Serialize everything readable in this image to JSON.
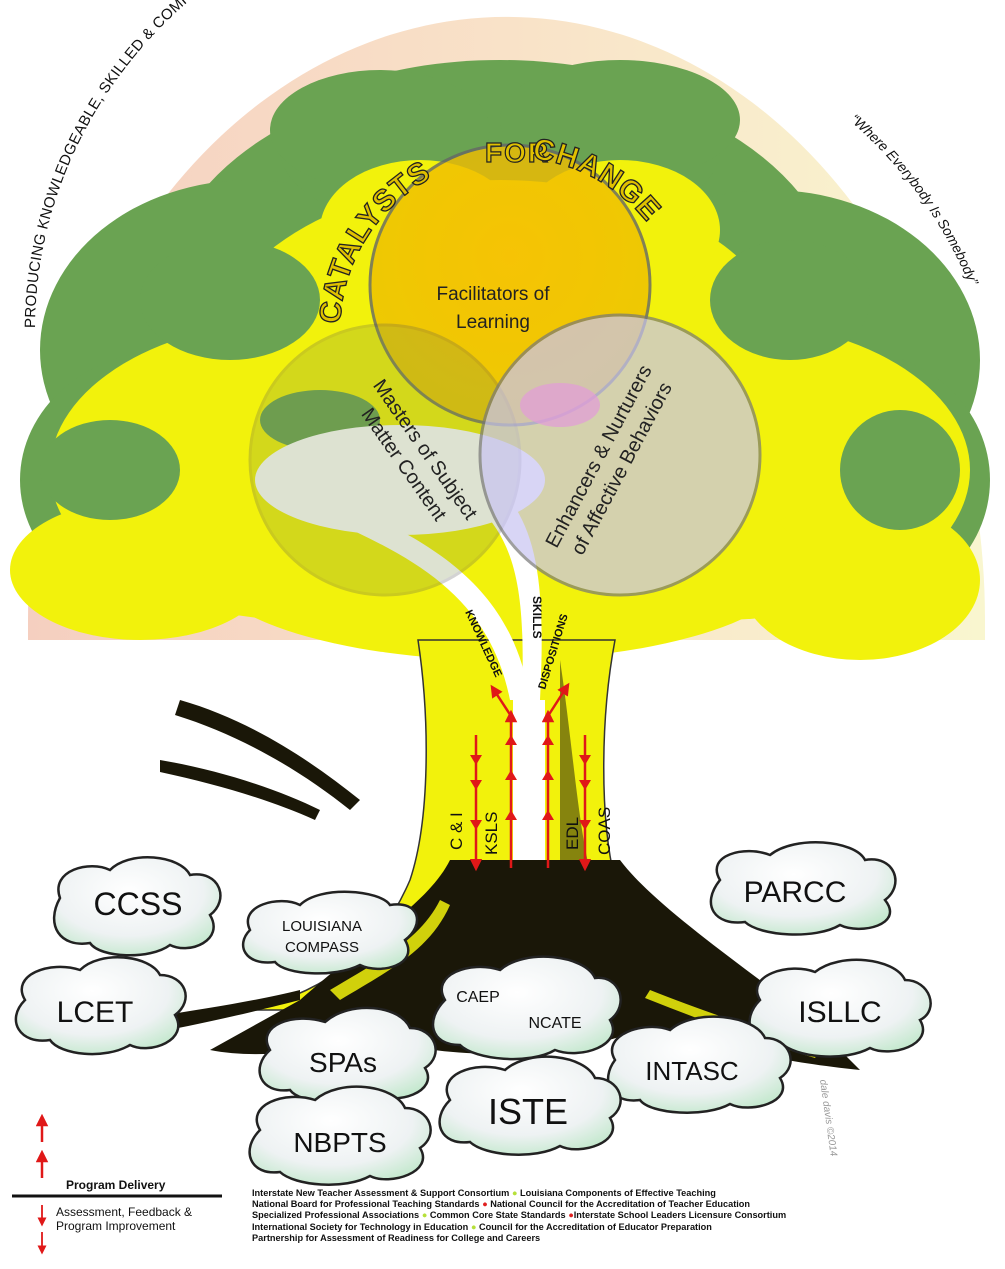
{
  "arc_text": "PRODUCING KNOWLEDGEABLE, SKILLED & COMPASSIONATE EDUCATORS  & OTHER SCHOOL PROFESSIONALS",
  "motto": "“Where Everybody Is Somebody”",
  "catalysts": {
    "w1": "CATALYSTS",
    "w2": "FOR",
    "w3": "CHANGE"
  },
  "circles": {
    "top": {
      "line1": "Facilitators of",
      "line2": "Learning"
    },
    "left": {
      "line1": "Masters of Subject",
      "line2": "Matter Content"
    },
    "right": {
      "line1": "Enhancers & Nurturers",
      "line2": "of Affective Behaviors"
    }
  },
  "branches": {
    "knowledge": "KNOWLEDGE",
    "skills": "SKILLS",
    "dispositions": "DISPOSITIONS"
  },
  "trunk": {
    "ci": "C & I",
    "ksls": "KSLS",
    "edl": "EDL",
    "coas": "COAS"
  },
  "clouds": {
    "ccss": "CCSS",
    "louisiana_1": "LOUISIANA",
    "louisiana_2": "COMPASS",
    "parcc": "PARCC",
    "lcet": "LCET",
    "caep": "CAEP",
    "ncate": "NCATE",
    "isllc": "ISLLC",
    "spas": "SPAs",
    "intasc": "INTASC",
    "iste": "ISTE",
    "nbpts": "NBPTS"
  },
  "signature": "dale davis ©2014",
  "legend": {
    "program_delivery": "Program Delivery",
    "assessment_1": "Assessment, Feedback &",
    "assessment_2": "Program Improvement"
  },
  "footnote": {
    "l1a": "Interstate New Teacher Assessment & Support Consortium",
    "l1b": "Louisiana Components of Effective Teaching",
    "l2a": "National Board for Professional Teaching Standards",
    "l2b": "National Council for the Accreditation of Teacher Education",
    "l3a": "Specialized Professional Associations",
    "l3b": "Common Core State Standards",
    "l3c": "Interstate School Leaders Licensure Consortium",
    "l4a": "International Society for Technology in Education",
    "l4b": "Council for the Accreditation of Educator Preparation",
    "l5": "Partnership for Assessment of Readiness for College and Careers"
  },
  "colors": {
    "foliage_green": "#6aa352",
    "foliage_yellow": "#f2f20c",
    "arrow_red": "#e01818",
    "sky_left": "#f6d2c0",
    "sky_right": "#f8f4cc",
    "cloud_fill": "#eef3f4"
  }
}
